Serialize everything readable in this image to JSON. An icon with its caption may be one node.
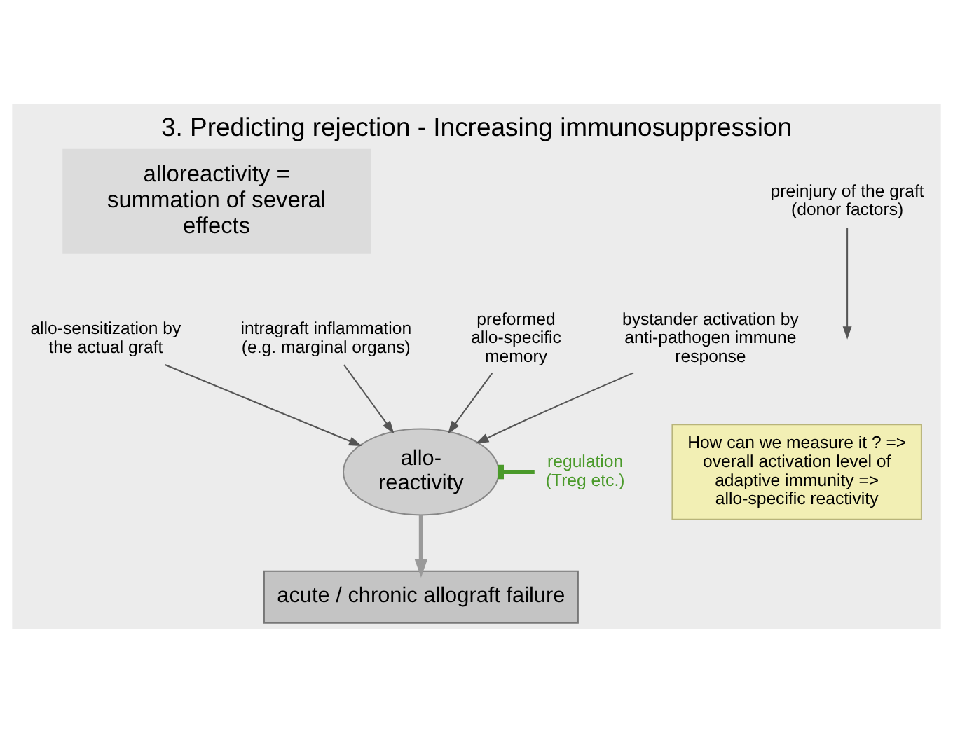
{
  "diagram": {
    "title": "3. Predicting rejection - Increasing immunosuppression",
    "nodes": [
      {
        "text": [
          "alloreactivity = summation of several effects"
        ]
      },
      {
        "text": [
          "allo-sensitization by the actual graft"
        ]
      },
      {
        "text": [
          "preformed allo-specific memory"
        ]
      },
      {
        "text": [
          "bystander activation by anti-pathogen immune response"
        ]
      },
      {
        "text": [
          "intragraft inflammation (e.g. marginal organs)"
        ]
      },
      {
        "text": [
          "regulation (Treg etc.)"
        ]
      },
      {
        "text": [
          "allo- reactivity"
        ]
      },
      {
        "text": [
          "How can we measure it ? => overall activation level of adaptive immunity => allo-specific reactivity"
        ]
      },
      {
        "text": [
          "preinjury of the graft (donor factors)"
        ]
      },
      {
        "text": [
          "acute / chronic allograft failure"
        ]
      }
    ],
    "edges": [
      {
        "from": 1,
        "to": 6,
        "arrow": "to"
      },
      {
        "from": 2,
        "to": 6,
        "arrow": "to"
      },
      {
        "from": 3,
        "to": 6,
        "arrow": "to"
      },
      {
        "from": 4,
        "to": 6,
        "arrow": "to"
      },
      {
        "from": 5,
        "to": 6,
        "arrow": "other",
        "color": "#4a9a2a",
        "style": "thick"
      },
      {
        "from": 6,
        "to": 9,
        "arrow": "to",
        "style": "thick",
        "color": "#9a9a9a"
      },
      {
        "from": 8,
        "to": null,
        "arrow": "to"
      }
    ]
  }
}
